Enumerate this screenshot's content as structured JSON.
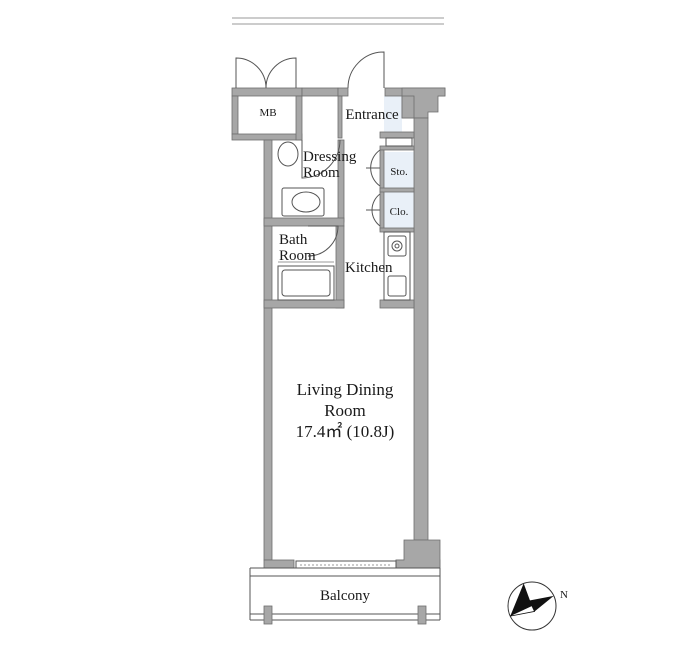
{
  "rooms": {
    "mb": "MB",
    "entrance": "Entrance",
    "dressing_room": [
      "Dressing",
      "Room"
    ],
    "storage": "Sto.",
    "closet": "Clo.",
    "bath_room": [
      "Bath",
      "Room"
    ],
    "kitchen": "Kitchen",
    "living_dining": [
      "Living Dining",
      "Room",
      "17.4㎡ (10.8J)"
    ],
    "balcony": "Balcony"
  },
  "compass": {
    "north_label": "N",
    "north_bearing_deg": 65
  },
  "colors": {
    "wall": "#a7a7a7",
    "wall_stroke": "#6e6e6e",
    "line": "#555555",
    "tint": "#e9f0f8"
  }
}
